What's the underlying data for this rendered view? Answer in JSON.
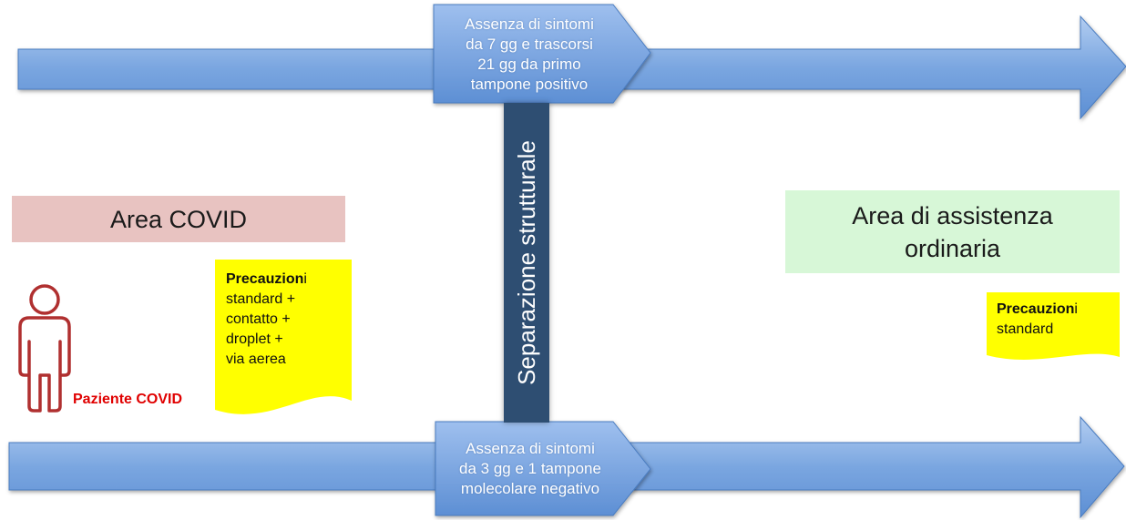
{
  "arrows": {
    "top_label_lines": [
      "Assenza di sintomi",
      "da 7 gg e trascorsi",
      "21 gg da primo",
      "tampone positivo"
    ],
    "bottom_label_lines": [
      "Assenza di sintomi",
      "da 3 gg e 1 tampone",
      "molecolare negativo"
    ]
  },
  "separator": {
    "label": "Separazione strutturale"
  },
  "covid_area": {
    "title": "Area COVID",
    "precautions_bold": "Precauzion",
    "precautions_rest": "i",
    "precautions_lines": [
      "standard +",
      "contatto +",
      "droplet +",
      "via aerea"
    ],
    "patient_label": "Paziente COVID"
  },
  "ordinary_area": {
    "title_lines": [
      "Area di assistenza",
      "ordinaria"
    ],
    "precautions_bold": "Precauzion",
    "precautions_rest": "i",
    "precautions_lines": [
      "standard"
    ]
  },
  "colors": {
    "arrow_blue": "#6f9fdc",
    "separator": "#2e4e72",
    "covid_area_bg": "#e8c3c1",
    "ordinary_area_bg": "#d7f7d7",
    "note_yellow": "#ffff00",
    "patient_icon": "#b03030",
    "patient_label": "#e00000"
  }
}
